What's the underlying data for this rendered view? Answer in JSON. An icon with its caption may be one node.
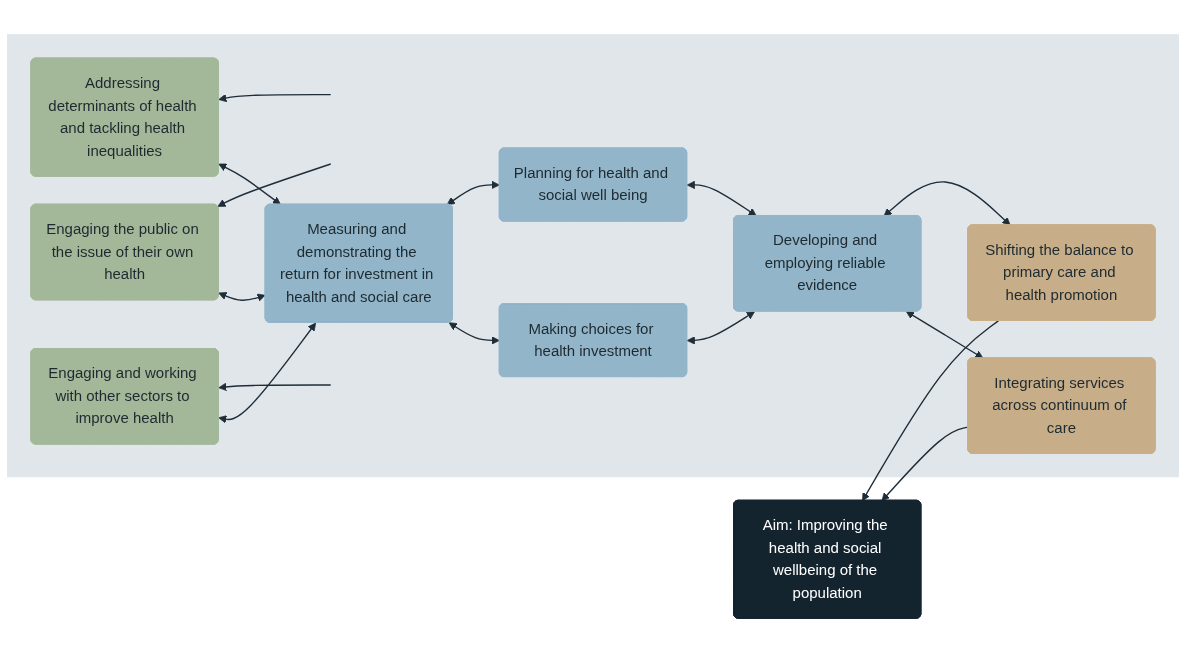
{
  "diagram": {
    "nodes": [
      {
        "text": [
          "Aim: Improving the health and social wellbeing of the population"
        ]
      },
      {
        "text": [],
        "shape": "box"
      },
      {
        "text": [
          "Addressing determinants of health and tackling health inequalities"
        ],
        "in": 1
      },
      {
        "text": [
          "Engaging the public on the issue of their own health"
        ],
        "in": 1
      },
      {
        "text": [
          "Engaging and working with other sectors to improve health"
        ],
        "in": 1
      },
      {
        "text": [
          "Planning for health and social well being"
        ],
        "in": 1
      },
      {
        "text": [
          "Measuring and demonstrating the return for investment in health and social care"
        ],
        "in": 1
      },
      {
        "text": [
          "Developing and employing reliable evidence"
        ],
        "in": 1
      },
      {
        "text": [
          "Making choices for health investment"
        ],
        "in": 1
      },
      {
        "text": [
          "Shifting the balance to primary care and health promotion"
        ],
        "in": 1
      },
      {
        "text": [
          "Integrating services across continuum of care"
        ],
        "in": 1
      }
    ],
    "edges": [
      {
        "from": null,
        "to": 2,
        "arrow": "to"
      },
      {
        "from": null,
        "to": 3,
        "arrow": "to"
      },
      {
        "from": null,
        "to": 4,
        "arrow": "to"
      },
      {
        "from": 6,
        "to": 2,
        "arrow": "both"
      },
      {
        "from": 6,
        "to": 3,
        "arrow": "both"
      },
      {
        "from": 6,
        "to": 4,
        "arrow": "both"
      },
      {
        "from": 5,
        "to": 6,
        "arrow": "both"
      },
      {
        "from": 5,
        "to": 7,
        "arrow": "both"
      },
      {
        "from": 6,
        "to": 8,
        "arrow": "both"
      },
      {
        "from": 7,
        "to": 8,
        "arrow": "both"
      },
      {
        "from": 7,
        "to": 9,
        "arrow": "both"
      },
      {
        "from": 7,
        "to": 10,
        "arrow": "both"
      },
      {
        "from": 9,
        "to": 0,
        "arrow": "to"
      },
      {
        "from": 10,
        "to": 0,
        "arrow": "to"
      }
    ]
  }
}
